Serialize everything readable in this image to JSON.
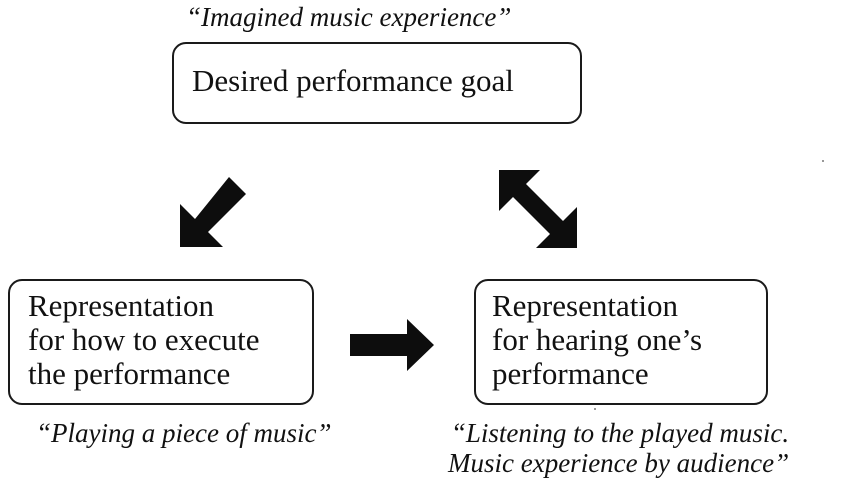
{
  "goal": {
    "caption": "“Imagined music experience”",
    "label": "Desired performance goal"
  },
  "execute": {
    "lines": [
      "Representation",
      "for how to execute",
      "the performance"
    ],
    "caption": "“Playing a piece of music”"
  },
  "hearing": {
    "lines": [
      "Representation",
      "for hearing one’s",
      "performance"
    ],
    "caption_lines": [
      "“Listening to the played music.",
      "Music experience by audience”"
    ]
  },
  "colors": {
    "arrow": "#0d0d0d",
    "box_border": "#1a1a1a",
    "text": "#111111"
  }
}
